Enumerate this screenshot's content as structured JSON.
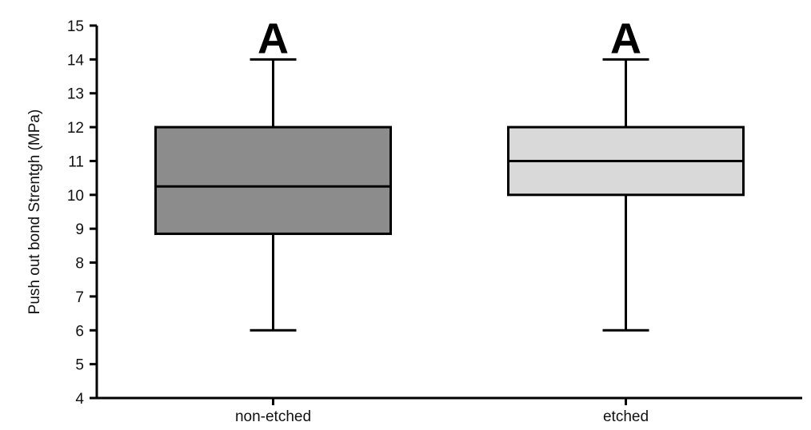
{
  "chart_data": {
    "type": "box",
    "categories": [
      "non-etched",
      "etched"
    ],
    "boxes": [
      {
        "category": "non-etched",
        "min": 6,
        "q1": 8.85,
        "median": 10.25,
        "q3": 12,
        "max": 14,
        "fill": "#8c8c8c",
        "annotation": "A"
      },
      {
        "category": "etched",
        "min": 6,
        "q1": 10,
        "median": 11,
        "q3": 12,
        "max": 14,
        "fill": "#d9d9d9",
        "annotation": "A"
      }
    ],
    "ylabel": "Push out bond Strentgh (MPa)",
    "xlabel": "",
    "title": "",
    "ylim": [
      4,
      15
    ],
    "yticks": [
      4,
      5,
      6,
      7,
      8,
      9,
      10,
      11,
      12,
      13,
      14,
      15
    ],
    "grid": false,
    "colors": {
      "axis": "#000000",
      "outline": "#000000"
    }
  }
}
